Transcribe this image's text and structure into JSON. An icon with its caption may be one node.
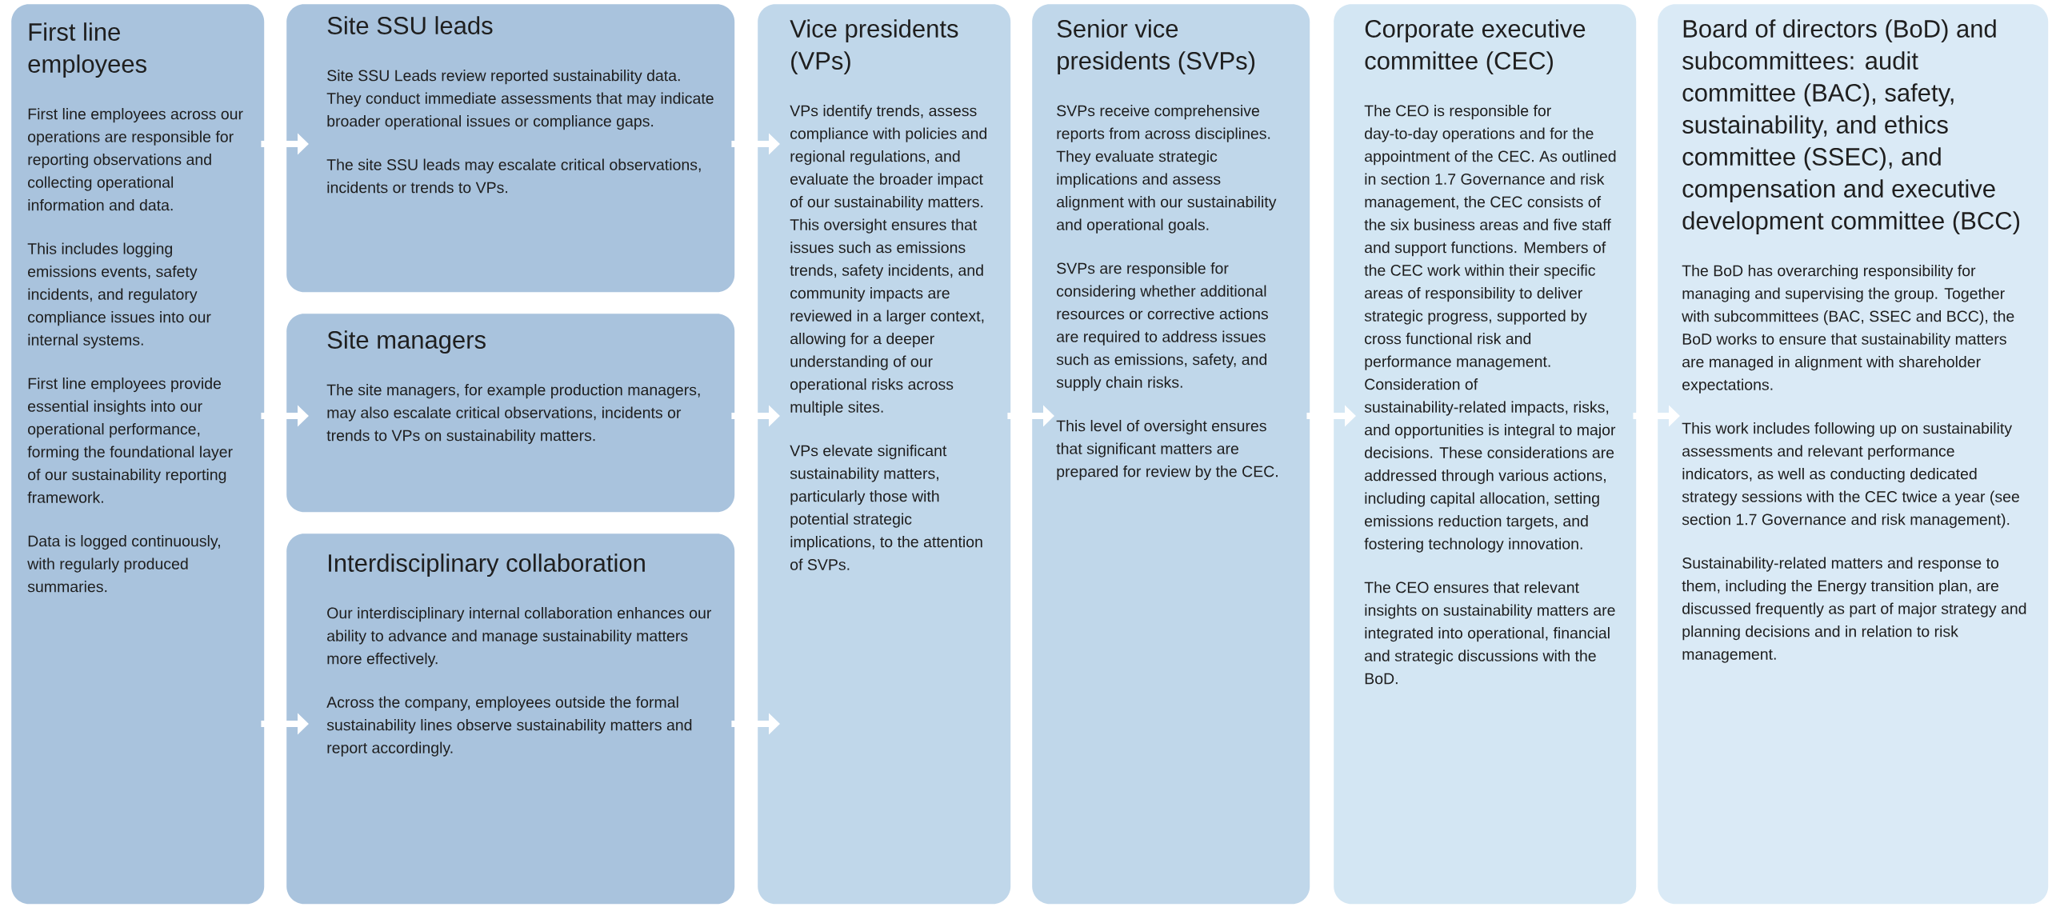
{
  "diagram": {
    "nodes": [
      {
        "text": [
          "First line employees",
          "First line employees across our operations are responsible for reporting observations and collecting operational information and data.",
          "This includes logging emissions events, safety incidents, and regulatory compliance issues into our internal systems.",
          "First line employees provide essential insights into our operational performance, forming the foundational layer of our sustainability reporting framework.",
          "Data is logged continuously, with regularly produced summaries."
        ]
      },
      {
        "text": [
          "Site SSU leads",
          "Site SSU Leads review reported sustainability data. They conduct immediate assessments that may indicate broader operational issues or compliance gaps.",
          "The site SSU leads may escalate critical observations, incidents or trends to VPs."
        ]
      },
      {
        "text": [
          "Site managers",
          "The site managers, for example production managers, may also escalate critical observations, incidents or trends to VPs on sustainability matters."
        ]
      },
      {
        "text": [
          "Interdisciplinary collaboration",
          "Our interdisciplinary internal collaboration enhances our ability to advance and manage sustainability matters more effectively.",
          "Across the company, employees outside the formal sustainability lines observe sustainability matters and report accordingly."
        ]
      },
      {
        "text": [
          "Vice presidents (VPs)",
          "VPs identify trends, assess compliance with policies and regional regulations, and evaluate the broader impact of our sustainability matters. This oversight ensures that issues such as emissions trends, safety incidents, and community impacts are reviewed in a larger context, allowing for a deeper understanding of our operational risks across multiple sites.",
          "VPs elevate significant sustainability matters, particularly those with potential strategic implications, to the attention of SVPs."
        ]
      },
      {
        "text": [
          "Senior vice presidents (SVPs)",
          "SVPs receive comprehensive reports from across disciplines. They evaluate strategic implications and assess alignment with our sustainability and operational goals.",
          "SVPs are responsible for considering whether additional resources or corrective actions are required to address issues such as emissions, safety, and supply chain risks.",
          "This level of oversight ensures that significant matters are prepared for review by the CEC."
        ]
      },
      {
        "text": [
          "Corporate executive committee (CEC)",
          "The CEO is responsible for day-to-day operations and for the appointment of the CEC. As outlined in section 1.7 Governance and risk management, the CEC consists of the six business areas and five staff and support functions. Members of the CEC work within their specific areas of responsibility to deliver strategic progress, supported by cross functional risk and performance management. Consideration of sustainability-related impacts, risks, and opportunities is integral to major decisions. These considerations are addressed through various actions, including capital allocation, setting emissions reduction targets, and fostering technology innovation.",
          "The CEO ensures that relevant insights on sustainability matters are integrated into operational, financial and strategic discussions with the BoD."
        ]
      },
      {
        "text": [
          "Board of directors (BoD) and subcommittees: audit committee (BAC), safety, sustainability, and ethics committee (SSEC), and compensation and executive development committee (BCC)",
          "The BoD has overarching responsibility for managing and supervising the group. Together with subcommittees (BAC, SSEC and BCC), the BoD works to ensure that sustainability matters are managed in alignment with shareholder expectations.",
          "This work includes following up on sustainability assessments and relevant performance indicators, as well as conducting dedicated strategy sessions with the CEC twice a year (see section 1.7 Governance and risk management).",
          "Sustainability-related matters and response to them, including the Energy transition plan, are discussed frequently as part of major strategy and planning decisions and in relation to risk management."
        ]
      }
    ],
    "edges": [
      {
        "from": 0,
        "to": 1,
        "arrow": "to"
      },
      {
        "from": 0,
        "to": 2,
        "arrow": "to"
      },
      {
        "from": 0,
        "to": 3,
        "arrow": "to"
      },
      {
        "from": 1,
        "to": 4,
        "arrow": "to"
      },
      {
        "from": 2,
        "to": 4,
        "arrow": "to"
      },
      {
        "from": 3,
        "to": 4,
        "arrow": "to"
      },
      {
        "from": 4,
        "to": 5,
        "arrow": "to"
      },
      {
        "from": 5,
        "to": 6,
        "arrow": "to"
      },
      {
        "from": 6,
        "to": 7,
        "arrow": "to"
      }
    ]
  }
}
